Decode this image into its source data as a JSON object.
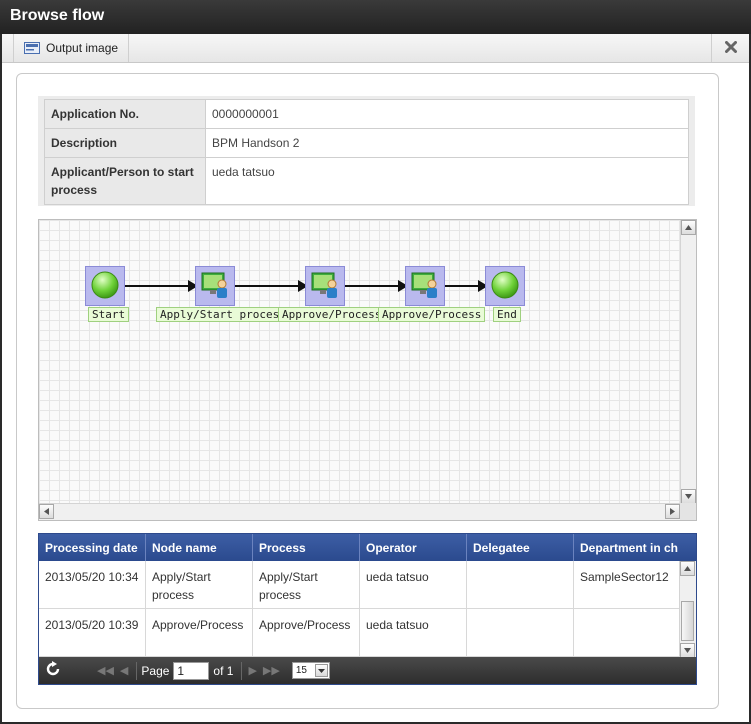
{
  "window": {
    "title": "Browse flow"
  },
  "toolbar": {
    "output_image_label": "Output image",
    "close_icon": "close-icon"
  },
  "info": {
    "rows": [
      {
        "label": "Application No.",
        "value": "0000000001"
      },
      {
        "label": "Description",
        "value": "BPM Handson 2"
      },
      {
        "label": "Applicant/Person to start process",
        "value": "ueda tatsuo"
      }
    ]
  },
  "flow": {
    "nodes": [
      {
        "label": "Start",
        "icon": "start-node-icon"
      },
      {
        "label": "Apply/Start process",
        "icon": "user-task-icon"
      },
      {
        "label": "Approve/Process",
        "icon": "user-task-icon"
      },
      {
        "label": "Approve/Process",
        "icon": "user-task-icon"
      },
      {
        "label": "End",
        "icon": "end-node-icon"
      }
    ],
    "colors": {
      "node_bg": "#b9b9ee",
      "label_bg": "#e9fbd7",
      "start_end": "#5fcf2f"
    }
  },
  "history": {
    "columns": [
      "Processing date",
      "Node name",
      "Process",
      "Operator",
      "Delegatee",
      "Department in ch"
    ],
    "rows": [
      {
        "date": "2013/05/20 10:34",
        "node": "Apply/Start process",
        "process": "Apply/Start process",
        "operator": "ueda tatsuo",
        "delegatee": "",
        "department": "SampleSector12"
      },
      {
        "date": "2013/05/20 10:39",
        "node": "Approve/Process",
        "process": "Approve/Process",
        "operator": "ueda tatsuo",
        "delegatee": "",
        "department": ""
      }
    ],
    "pager": {
      "page_label": "Page",
      "page_value": "1",
      "of_label": "of 1",
      "page_size": "15"
    },
    "colors": {
      "header": "#2f4e93",
      "pager": "#3a3a3a"
    }
  }
}
